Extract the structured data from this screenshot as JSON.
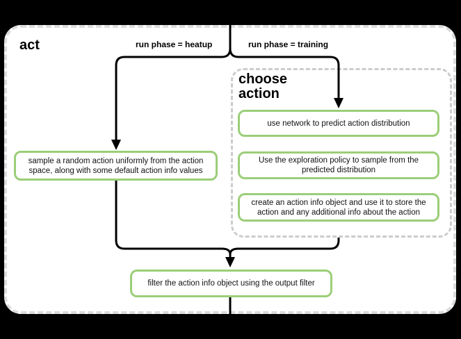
{
  "diagram": {
    "outer_title": "act",
    "branch_labels": {
      "heatup": "run phase = heatup",
      "training": "run phase = training"
    },
    "choose_action": {
      "title": "choose action",
      "steps": [
        "use network to predict action distribution",
        "Use the exploration policy to sample from the predicted distribution",
        "create an action info object and use it to store the action and any additional info about the action"
      ]
    },
    "nodes": {
      "sample_random": "sample a random action uniformly from the action space, along with some default action info values",
      "filter_output": "filter the action info object using the output filter"
    },
    "colors": {
      "page_background": "#000000",
      "container_background": "#ffffff",
      "node_border_green": "#9bce78",
      "connector_black": "#000000",
      "inner_dashed_gray": "#cccccc",
      "outer_dashed_gray": "#dcdcdc"
    }
  }
}
